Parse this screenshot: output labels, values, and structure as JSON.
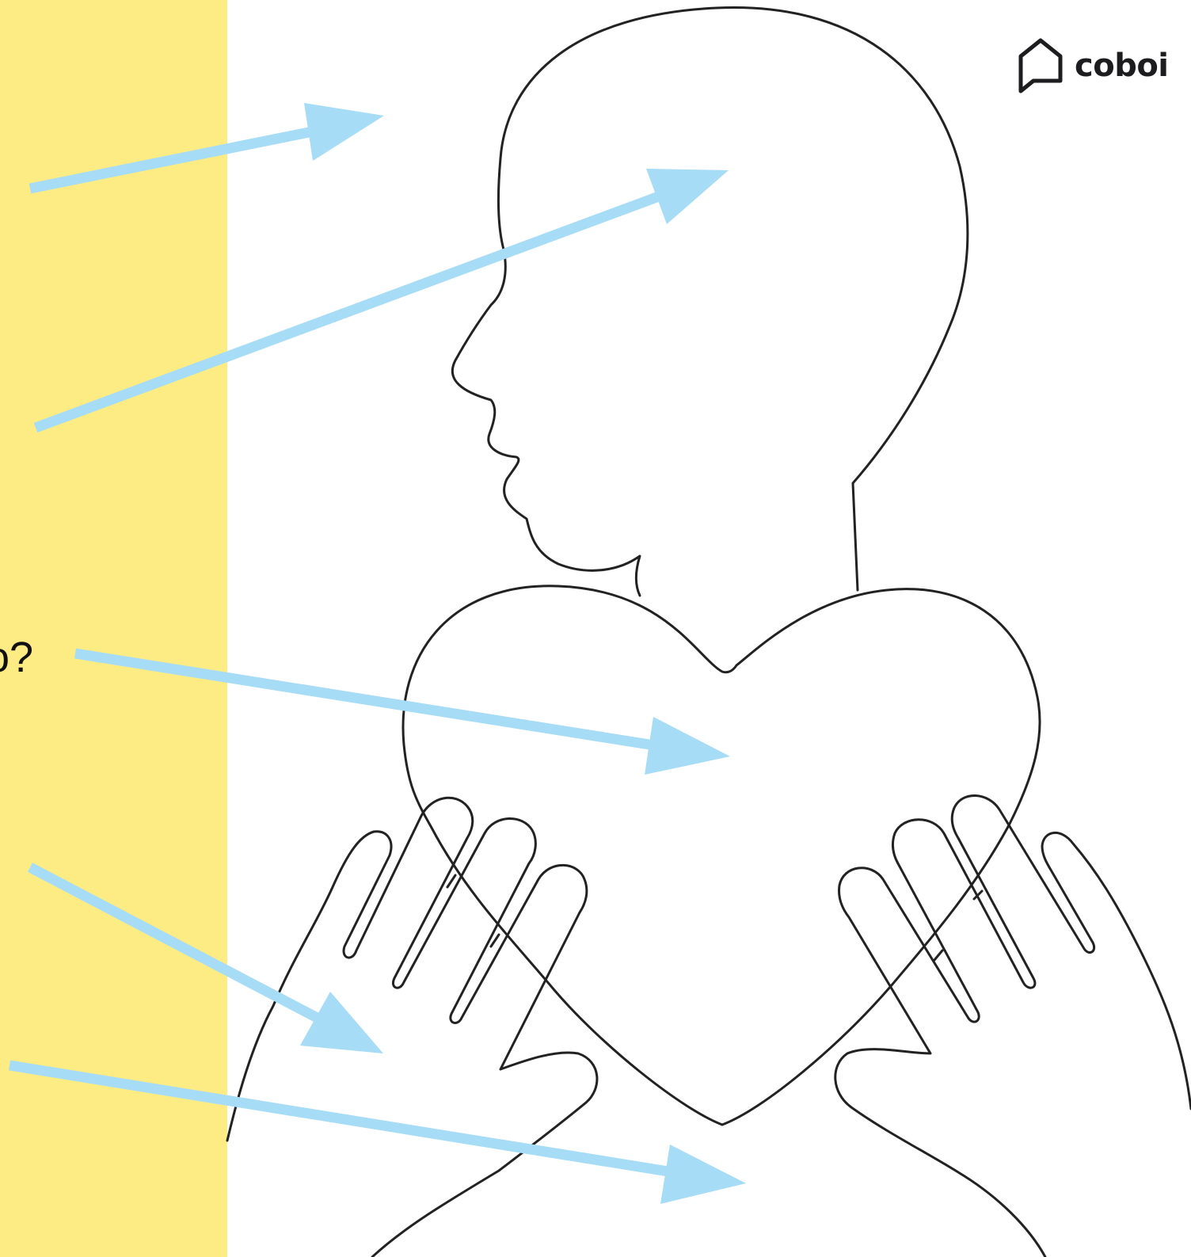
{
  "panel": {
    "background": "#fdec84",
    "partial_text": "o?"
  },
  "brand": {
    "name": "coboi",
    "icon": "house-outline-icon"
  },
  "illustration": {
    "subject": "person-holding-heart-outline",
    "line_color": "#222222",
    "arrow_color": "#a6dcf6"
  }
}
